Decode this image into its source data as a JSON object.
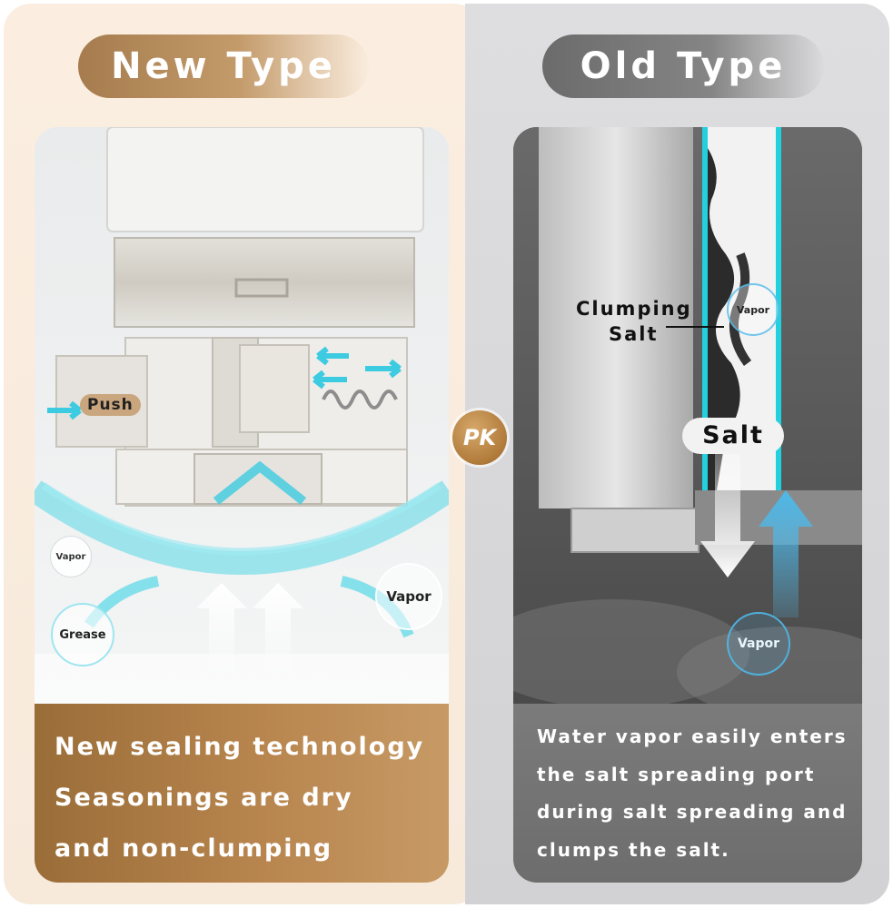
{
  "new_type": {
    "title": "New Type",
    "labels": {
      "push": "Push",
      "vapor_small": "Vapor",
      "vapor_right": "Vapor",
      "grease": "Grease"
    },
    "caption_lines": [
      "New sealing technology",
      "Seasonings are dry",
      "and non-clumping"
    ],
    "accent_color": "#b07a3a"
  },
  "pk_badge": "PK",
  "old_type": {
    "title": "Old Type",
    "labels": {
      "clumping_line1": "Clumping",
      "clumping_line2": "Salt",
      "vapor_top": "Vapor",
      "salt": "Salt",
      "vapor_bottom": "Vapor"
    },
    "caption_lines": [
      "Water vapor easily enters",
      "the salt spreading port",
      "during salt spreading and",
      "clumps the salt."
    ],
    "accent_color": "#2bd3e0"
  }
}
